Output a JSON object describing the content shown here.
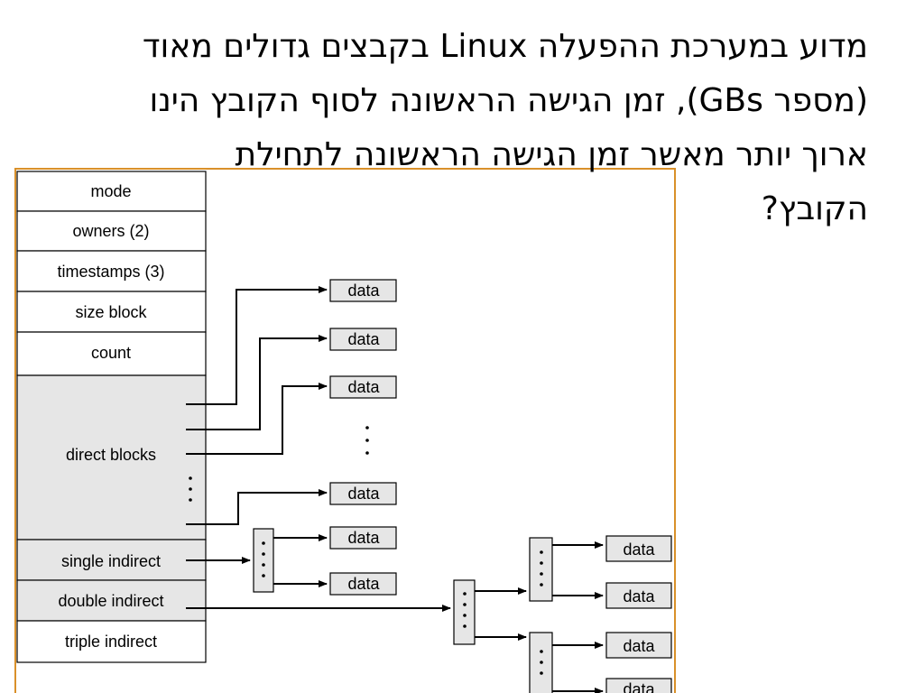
{
  "title": {
    "lines": [
      "מדוע במערכת ההפעלה Linux בקבצים גדולים מאוד",
      "(מספר GBs), זמן הגישה הראשונה לסוף הקובץ הינו",
      "ארוך יותר מאשר זמן הגישה הראשונה לתחילת",
      "הקובץ?"
    ]
  },
  "diagram": {
    "inode_fields": [
      "mode",
      "owners (2)",
      "timestamps (3)",
      "size block",
      "count",
      "direct blocks",
      "single indirect",
      "double indirect",
      "triple indirect"
    ],
    "data_label": "data",
    "colors": {
      "frame": "#d9902a",
      "shaded": "#e6e6e6",
      "stroke": "#000000",
      "fill": "#ffffff"
    }
  }
}
